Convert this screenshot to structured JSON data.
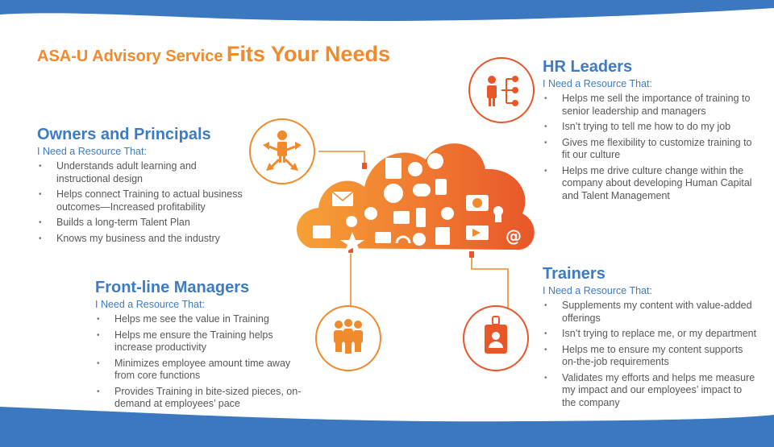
{
  "title": {
    "prefix": "ASA-U Advisory Service",
    "emphasis": "Fits Your Needs"
  },
  "colors": {
    "orange": "#f08a2c",
    "red_orange": "#e8562a",
    "blue": "#3d7cc4",
    "band_blue": "#3b78c0"
  },
  "owners": {
    "heading": "Owners and Principals",
    "sub": "I Need a Resource That:",
    "items": [
      "Understands adult learning and instructional design",
      "Helps connect Training to actual business outcomes—Increased profitability",
      "Builds a long-term Talent Plan",
      "Knows my business and the industry"
    ]
  },
  "hr": {
    "heading": "HR Leaders",
    "sub": "I Need a Resource That:",
    "items": [
      "Helps me sell the importance of training to senior leadership and managers",
      "Isn’t trying to tell me how to do my job",
      "Gives me flexibility to customize training to fit our culture",
      "Helps me drive culture change within the company about developing Human Capital and Talent Management"
    ]
  },
  "managers": {
    "heading": "Front-line Managers",
    "sub": "I Need a Resource That:",
    "items": [
      "Helps me see the value in Training",
      "Helps me ensure the Training helps increase productivity",
      "Minimizes employee amount time away from core functions",
      "Provides Training in bite-sized pieces, on-demand at employees’ pace"
    ]
  },
  "trainers": {
    "heading": "Trainers",
    "sub": "I Need a Resource That:",
    "items": [
      "Supplements my content with value-added offerings",
      "Isn’t trying to replace me, or my department",
      "Helps me to ensure my content supports on-the-job requirements",
      "Validates my efforts and helps me measure my impact and our employees’ impact to the company"
    ]
  },
  "icons": {
    "owners": "person-arrows-icon",
    "hr": "org-chart-icon",
    "managers": "team-icon",
    "trainers": "id-badge-icon",
    "cloud": "media-cloud-icon"
  }
}
